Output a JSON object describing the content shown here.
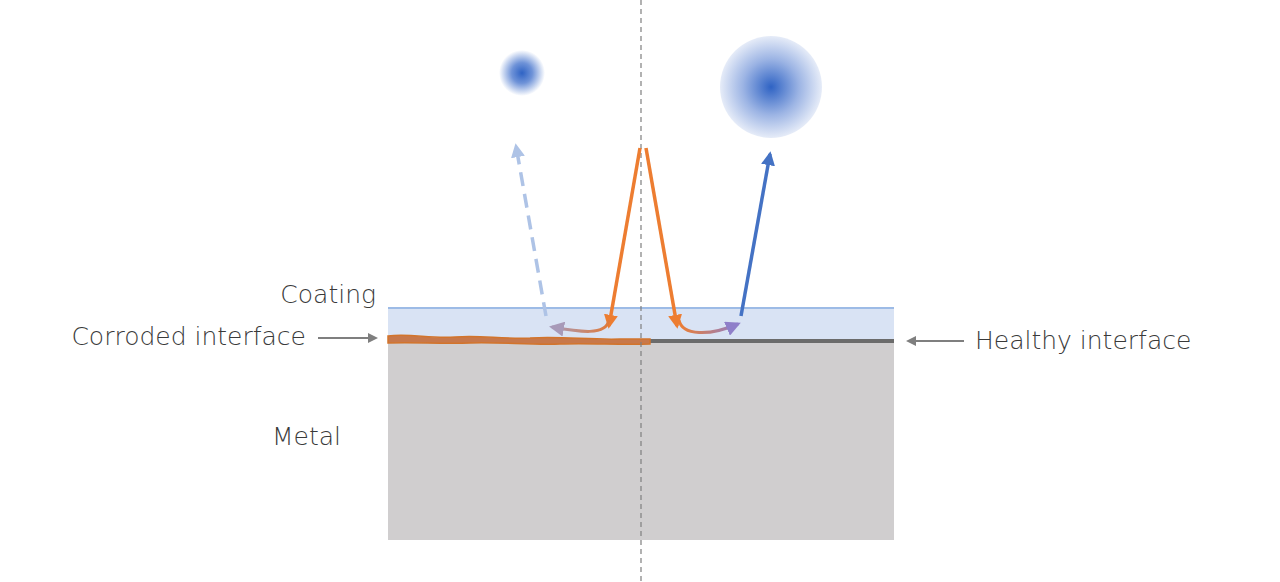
{
  "diagram": {
    "labels": [
      "Coating",
      "Corroded interface",
      "Healthy interface",
      "Metal"
    ]
  }
}
